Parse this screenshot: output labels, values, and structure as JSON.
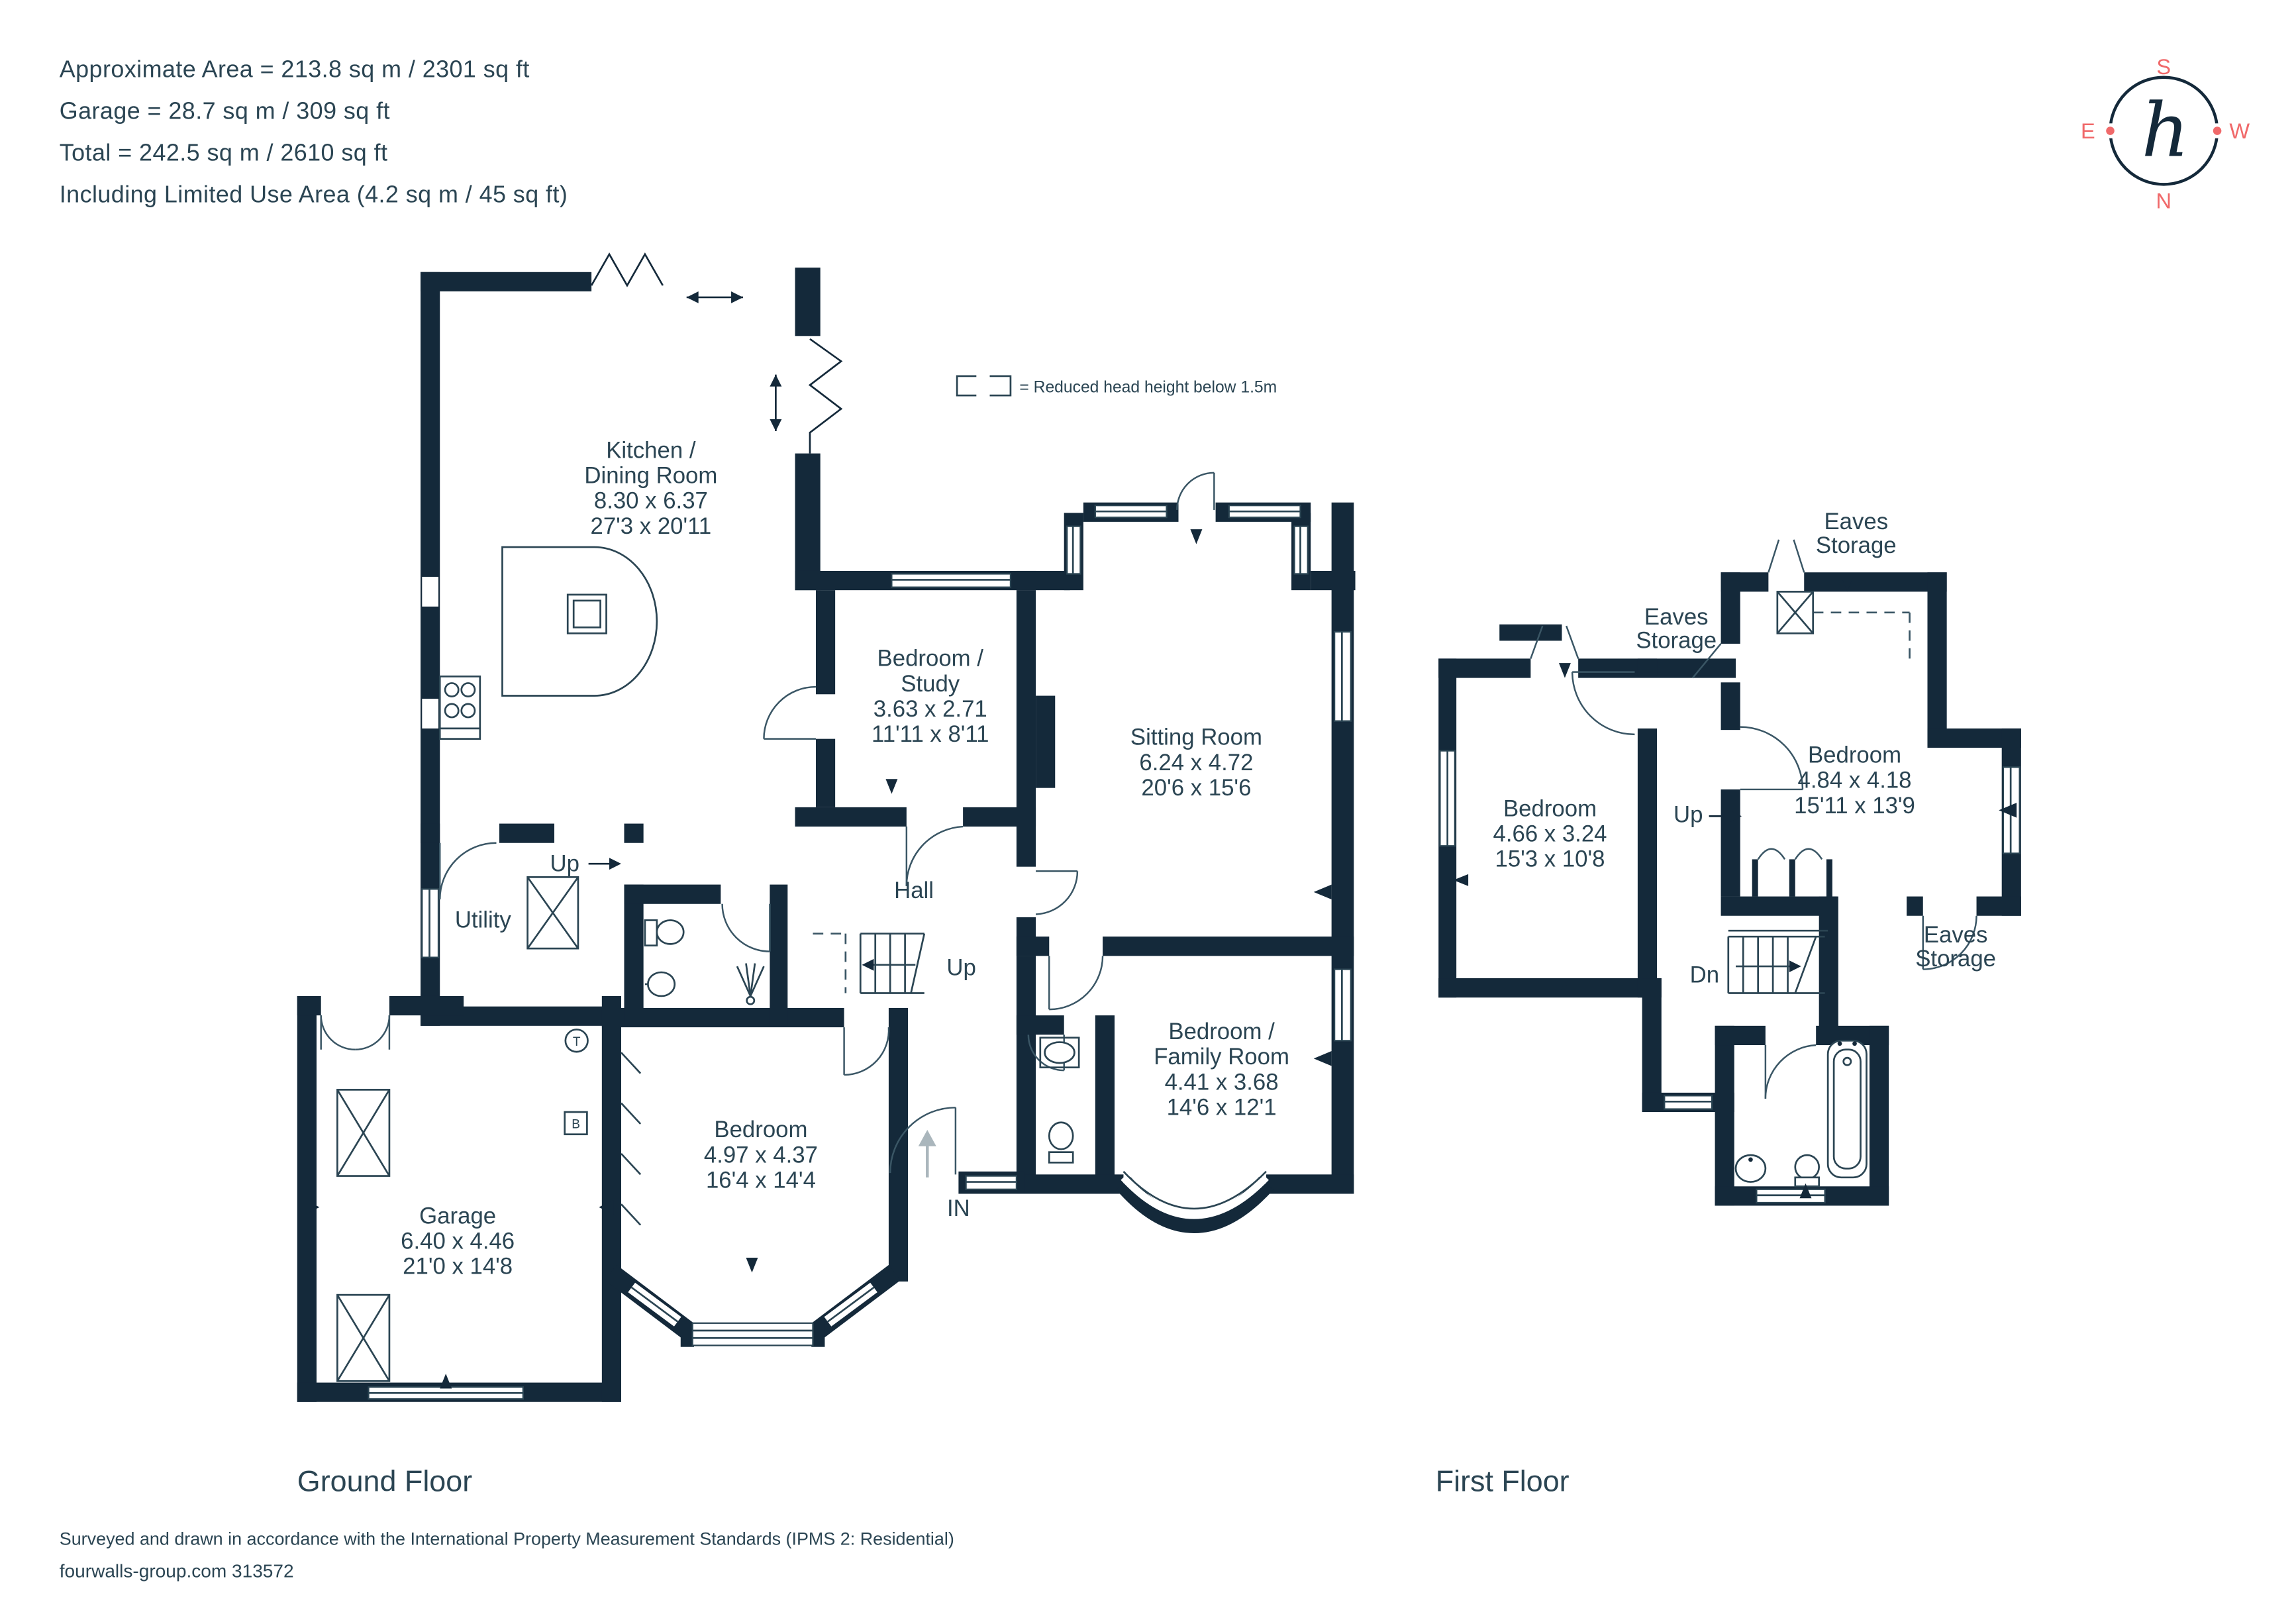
{
  "header": {
    "line1": "Approximate Area = 213.8 sq m / 2301 sq ft",
    "line2": "Garage = 28.7 sq m / 309 sq ft",
    "line3": "Total = 242.5 sq m / 2610 sq ft",
    "line4": "Including Limited Use Area (4.2 sq m / 45 sq ft)"
  },
  "compass": {
    "n": "N",
    "s": "S",
    "e": "E",
    "w": "W",
    "logo": "ℎ"
  },
  "legend": {
    "label": "= Reduced head height below 1.5m"
  },
  "ground": {
    "title": "Ground Floor",
    "kitchen_l1": "Kitchen /",
    "kitchen_l2": "Dining Room",
    "kitchen_m": "8.30 x 6.37",
    "kitchen_ft": "27'3 x 20'11",
    "study_l1": "Bedroom /",
    "study_l2": "Study",
    "study_m": "3.63 x 2.71",
    "study_ft": "11'11 x 8'11",
    "sitting_l1": "Sitting Room",
    "sitting_m": "6.24 x 4.72",
    "sitting_ft": "20'6 x 15'6",
    "family_l1": "Bedroom /",
    "family_l2": "Family Room",
    "family_m": "4.41 x 3.68",
    "family_ft": "14'6 x 12'1",
    "bedroom_l1": "Bedroom",
    "bedroom_m": "4.97 x 4.37",
    "bedroom_ft": "16'4 x 14'4",
    "garage_l1": "Garage",
    "garage_m": "6.40 x 4.46",
    "garage_ft": "21'0 x 14'8",
    "hall": "Hall",
    "utility": "Utility",
    "up_step": "Up",
    "up_stairs": "Up",
    "entrance": "IN",
    "tank": "T",
    "boiler": "B"
  },
  "first": {
    "title": "First Floor",
    "bedroom_left_l1": "Bedroom",
    "bedroom_left_m": "4.66 x 3.24",
    "bedroom_left_ft": "15'3 x 10'8",
    "bedroom_right_l1": "Bedroom",
    "bedroom_right_m": "4.84 x 4.18",
    "bedroom_right_ft": "15'11 x 13'9",
    "eaves_l1": "Eaves",
    "eaves_l2": "Storage",
    "up": "Up",
    "dn": "Dn"
  },
  "footer": {
    "line1": "Surveyed and drawn in accordance with the International Property Measurement Standards (IPMS 2: Residential)",
    "line2": "fourwalls-group.com 313572"
  },
  "colors": {
    "wall": "#14293a",
    "text": "#2b4553",
    "accent": "#f0696a"
  }
}
